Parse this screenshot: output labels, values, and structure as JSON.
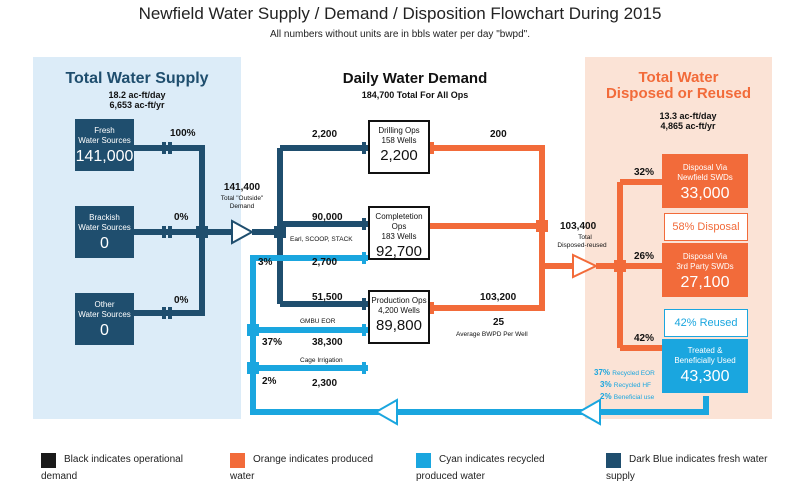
{
  "title": "Newfield Water Supply / Demand / Disposition Flowchart During 2015",
  "subtitle": "All numbers without units are in bbls water per day \"bwpd\".",
  "supply": {
    "heading": "Total Water Supply",
    "line1": "18.2 ac-ft/day",
    "line2": "6,653 ac-ft/yr",
    "sources": [
      {
        "label1": "Fresh",
        "label2": "Water Sources",
        "value": "141,000",
        "pct": "100%"
      },
      {
        "label1": "Brackish",
        "label2": "Water Sources",
        "value": "0",
        "pct": "0%"
      },
      {
        "label1": "Other",
        "label2": "Water Sources",
        "value": "0",
        "pct": "0%"
      }
    ],
    "outside_value": "141,400",
    "outside_label1": "Total \"Outside\"",
    "outside_label2": "Demand"
  },
  "demand": {
    "heading": "Daily Water Demand",
    "sub": "184,700 Total For All Ops",
    "ops": [
      {
        "name": "Drilling Ops",
        "wells": "158 Wells",
        "value": "2,200",
        "in": "2,200",
        "out": "200"
      },
      {
        "name": "Completetion Ops",
        "wells": "183 Wells",
        "value": "92,700",
        "in": "90,000",
        "note": "Earl, SCOOP, STACK",
        "recycled": "2,700"
      },
      {
        "name": "Production Ops",
        "wells": "4,200 Wells",
        "value": "89,800",
        "in": "51,500",
        "note": "GMBU EOR",
        "recycled": "38,300",
        "out": "103,200"
      }
    ],
    "avg_value": "25",
    "avg_label": "Average BWPD Per Well",
    "cage_label": "Cage Irrigation",
    "cage_value": "2,300",
    "pct_hf": "3%",
    "pct_eor": "37%",
    "pct_cage": "2%"
  },
  "disposed": {
    "heading1": "Total Water",
    "heading2": "Disposed or Reused",
    "line1": "13.3 ac-ft/day",
    "line2": "4,865 ac-ft/yr",
    "total_value": "103,400",
    "total_label1": "Total",
    "total_label2": "Disposed-reused",
    "pct_newfield": "32%",
    "pct_3rd": "26%",
    "pct_treated": "42%",
    "newfield_label1": "Disposal Via",
    "newfield_label2": "Newfield SWDs",
    "newfield_value": "33,000",
    "disposal_pct": "58% Disposal",
    "thirdparty_label1": "Disposal Via",
    "thirdparty_label2": "3rd Party SWDs",
    "thirdparty_value": "27,100",
    "reused_pct": "42% Reused",
    "treated_label1": "Treated &",
    "treated_label2": "Beneficially Used",
    "treated_value": "43,300",
    "breakdown": [
      {
        "pct": "37%",
        "label": "Recycled EOR"
      },
      {
        "pct": "3%",
        "label": "Recycled HF"
      },
      {
        "pct": "2%",
        "label": "Beneficial use"
      }
    ]
  },
  "legend": [
    {
      "color": "#1a1a1a",
      "text1": "Black indicates operational",
      "text2": "demand"
    },
    {
      "color": "#f26b3a",
      "text1": "Orange indicates produced",
      "text2": "water"
    },
    {
      "color": "#1aa6df",
      "text1": "Cyan indicates recycled",
      "text2": "produced water"
    },
    {
      "color": "#1f4e6e",
      "text1": "Dark Blue indicates fresh water",
      "text2": "supply"
    }
  ],
  "colors": {
    "dark_blue": "#1f4e6e",
    "orange": "#f26b3a",
    "cyan": "#1aa6df",
    "black": "#1a1a1a"
  }
}
